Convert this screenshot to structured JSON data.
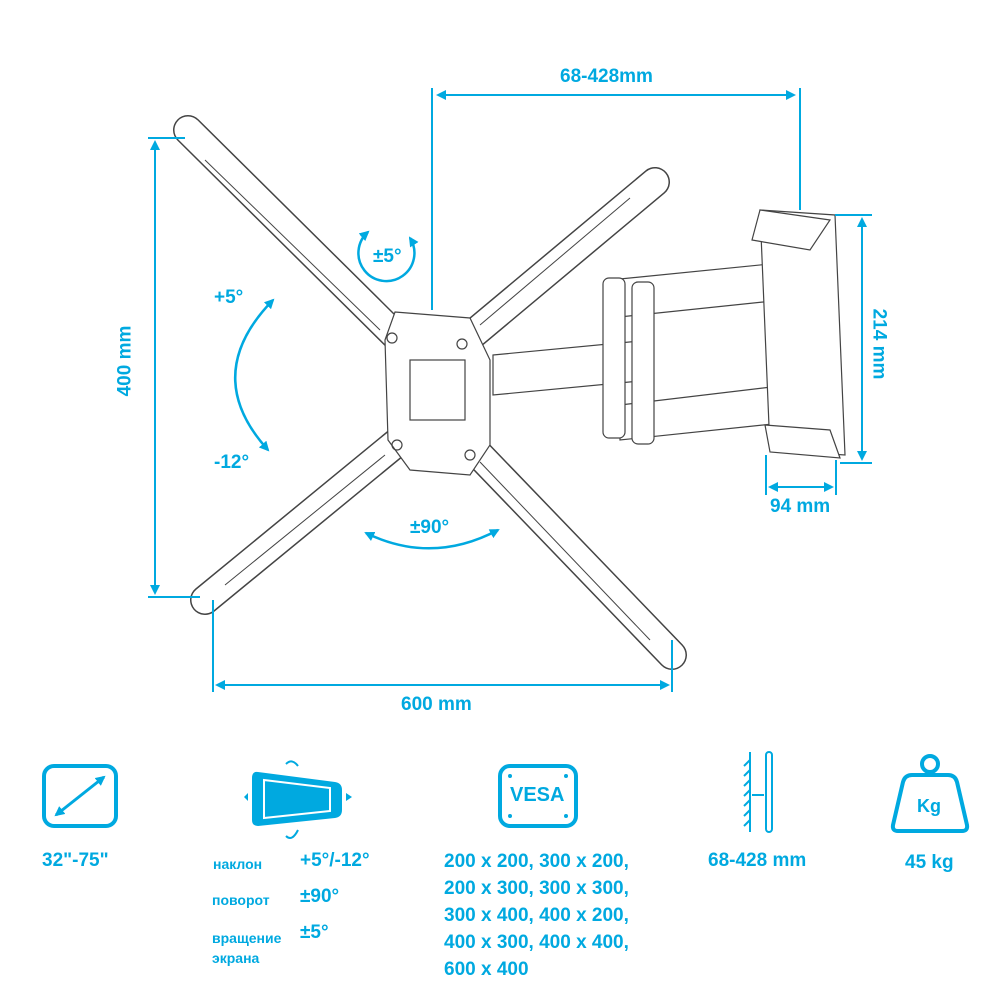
{
  "colors": {
    "accent": "#00a9e0",
    "line": "#555555"
  },
  "dimensions": {
    "extension": "68-428mm",
    "height": "400 mm",
    "width": "600 mm",
    "wall_plate_height": "214 mm",
    "wall_plate_width": "94 mm"
  },
  "rotations": {
    "screen_rotation": "±5°",
    "tilt_up": "+5°",
    "tilt_down": "-12°",
    "swivel": "±90°"
  },
  "specs": {
    "screen_size": {
      "icon": "diagonal-arrow-icon",
      "value": "32\"-75\""
    },
    "movement": {
      "icon": "tilt-swivel-icon",
      "rows": [
        {
          "label": "наклон",
          "value": "+5°/-12°"
        },
        {
          "label": "поворот",
          "value": "±90°"
        },
        {
          "label": "вращение экрана",
          "value": "±5°"
        }
      ]
    },
    "vesa": {
      "icon": "vesa-icon",
      "icon_text": "VESA",
      "lines": [
        "200 x 200, 300 x 200,",
        "200 x 300, 300 x 300,",
        "300 x 400, 400 x 200,",
        "400 x 300, 400 x 400,",
        "600 x 400"
      ]
    },
    "wall_distance": {
      "icon": "wall-distance-icon",
      "value": "68-428 mm"
    },
    "max_load": {
      "icon": "weight-icon",
      "icon_text": "Kg",
      "value": "45 kg"
    }
  }
}
